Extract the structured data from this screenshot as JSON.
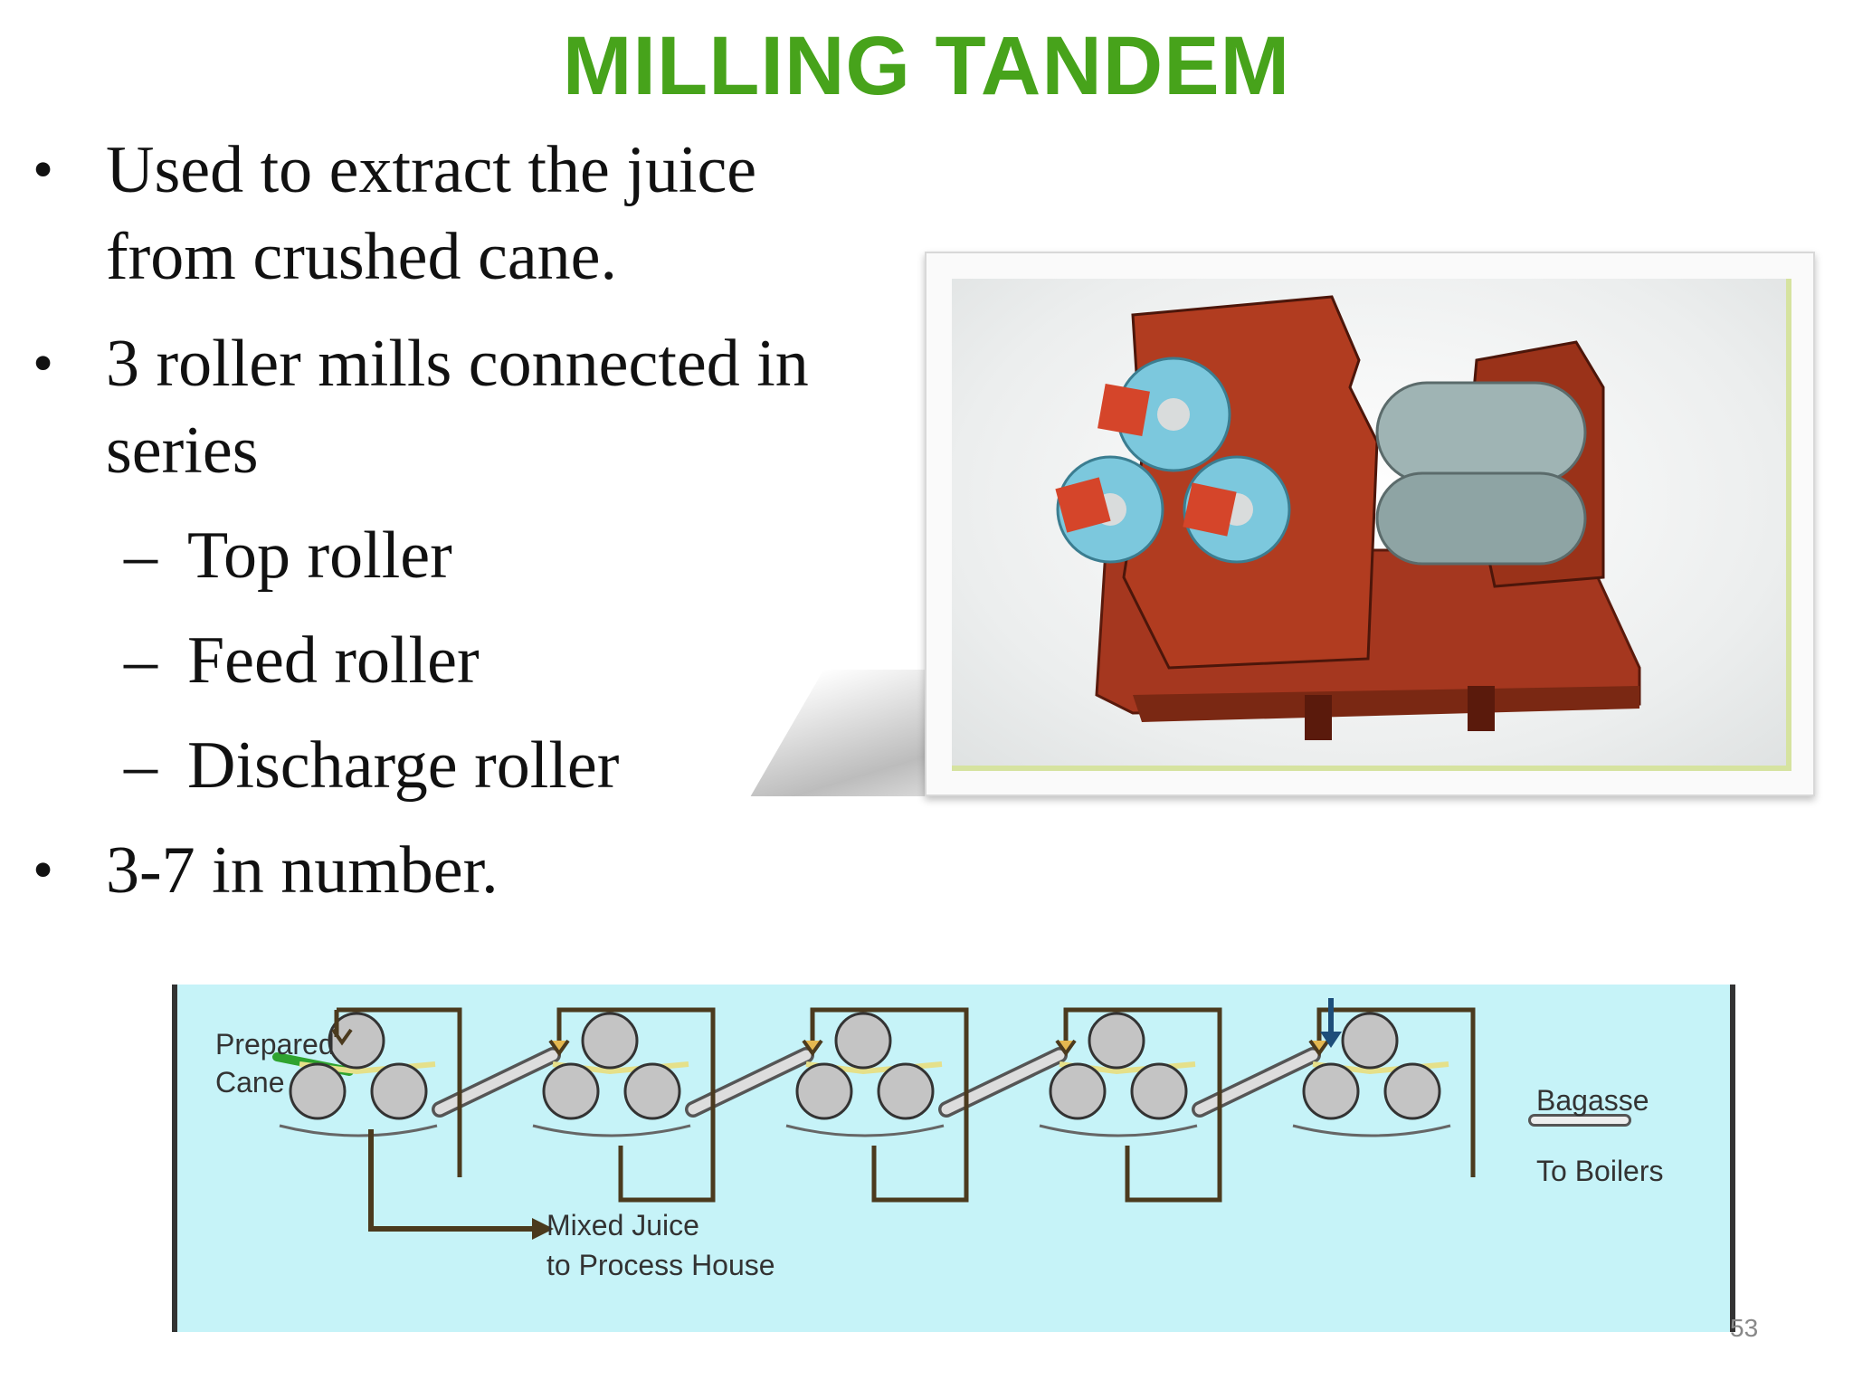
{
  "slide": {
    "title": "MILLING TANDEM",
    "page_number": "53"
  },
  "bullets": [
    {
      "level": 1,
      "marker": "•",
      "lines": [
        "Used to extract the juice",
        "from crushed cane."
      ]
    },
    {
      "level": 1,
      "marker": "•",
      "lines": [
        "3 roller mills connected in",
        "series"
      ]
    },
    {
      "level": 2,
      "marker": "–",
      "lines": [
        "Top roller"
      ]
    },
    {
      "level": 2,
      "marker": "–",
      "lines": [
        "Feed roller"
      ]
    },
    {
      "level": 2,
      "marker": "–",
      "lines": [
        "Discharge roller"
      ]
    },
    {
      "level": 1,
      "marker": "•",
      "lines": [
        "3-7 in number."
      ]
    }
  ],
  "photo": {
    "icon": "three-roller-mill-photo",
    "colors": {
      "frame": "#a5371f",
      "gear": "#7cc8dd",
      "roller": "#9fb4b4"
    }
  },
  "diagram": {
    "labels": {
      "input_line1": "Prepared",
      "input_line2": "Cane",
      "output_line1": "Bagasse",
      "output_line2": "To Boilers",
      "juice_line1": "Mixed Juice",
      "juice_line2": "to Process House"
    },
    "mill_count": 5,
    "colors": {
      "background": "#c6f3f8",
      "roller": "#c4c4c4",
      "juice_line": "#4b3a1e",
      "cane": "#2fa32f",
      "bagasse": "#e5e08a"
    }
  }
}
